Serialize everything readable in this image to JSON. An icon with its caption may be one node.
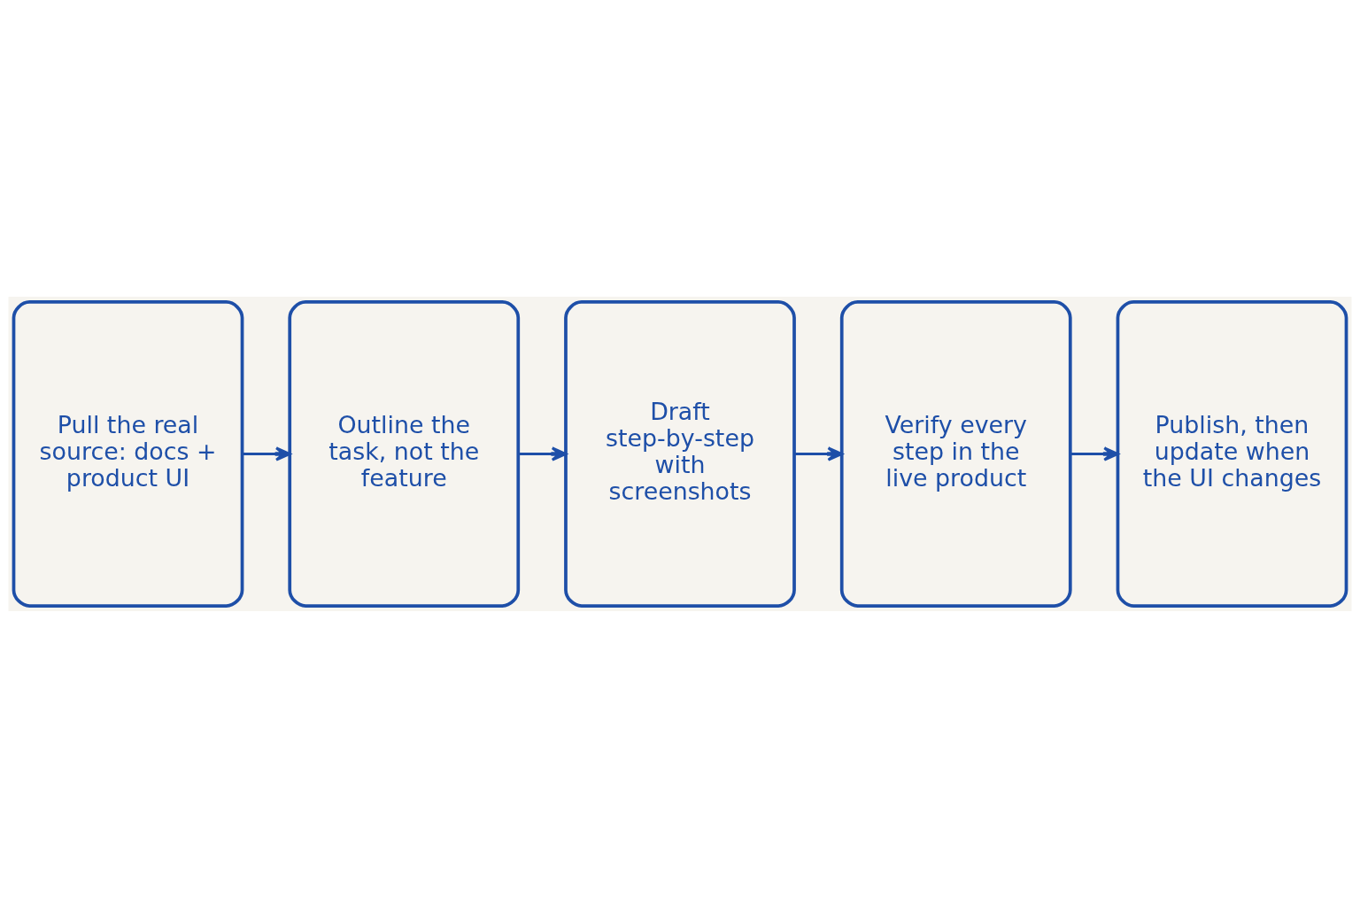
{
  "diagram": {
    "nodes": [
      {
        "text": [
          "Pull the real source: docs + product UI"
        ]
      },
      {
        "text": [
          "Outline the task, not the feature"
        ]
      },
      {
        "text": [
          "Draft step-by-step with screenshots"
        ]
      },
      {
        "text": [
          "Verify every step in the live product"
        ]
      },
      {
        "text": [
          "Publish, then update when the UI changes"
        ]
      }
    ],
    "edges": [
      {
        "from": 0,
        "to": 1,
        "arrow": "to"
      },
      {
        "from": 1,
        "to": 2,
        "arrow": "to"
      },
      {
        "from": 2,
        "to": 3,
        "arrow": "to"
      },
      {
        "from": 3,
        "to": 4,
        "arrow": "to"
      }
    ]
  }
}
